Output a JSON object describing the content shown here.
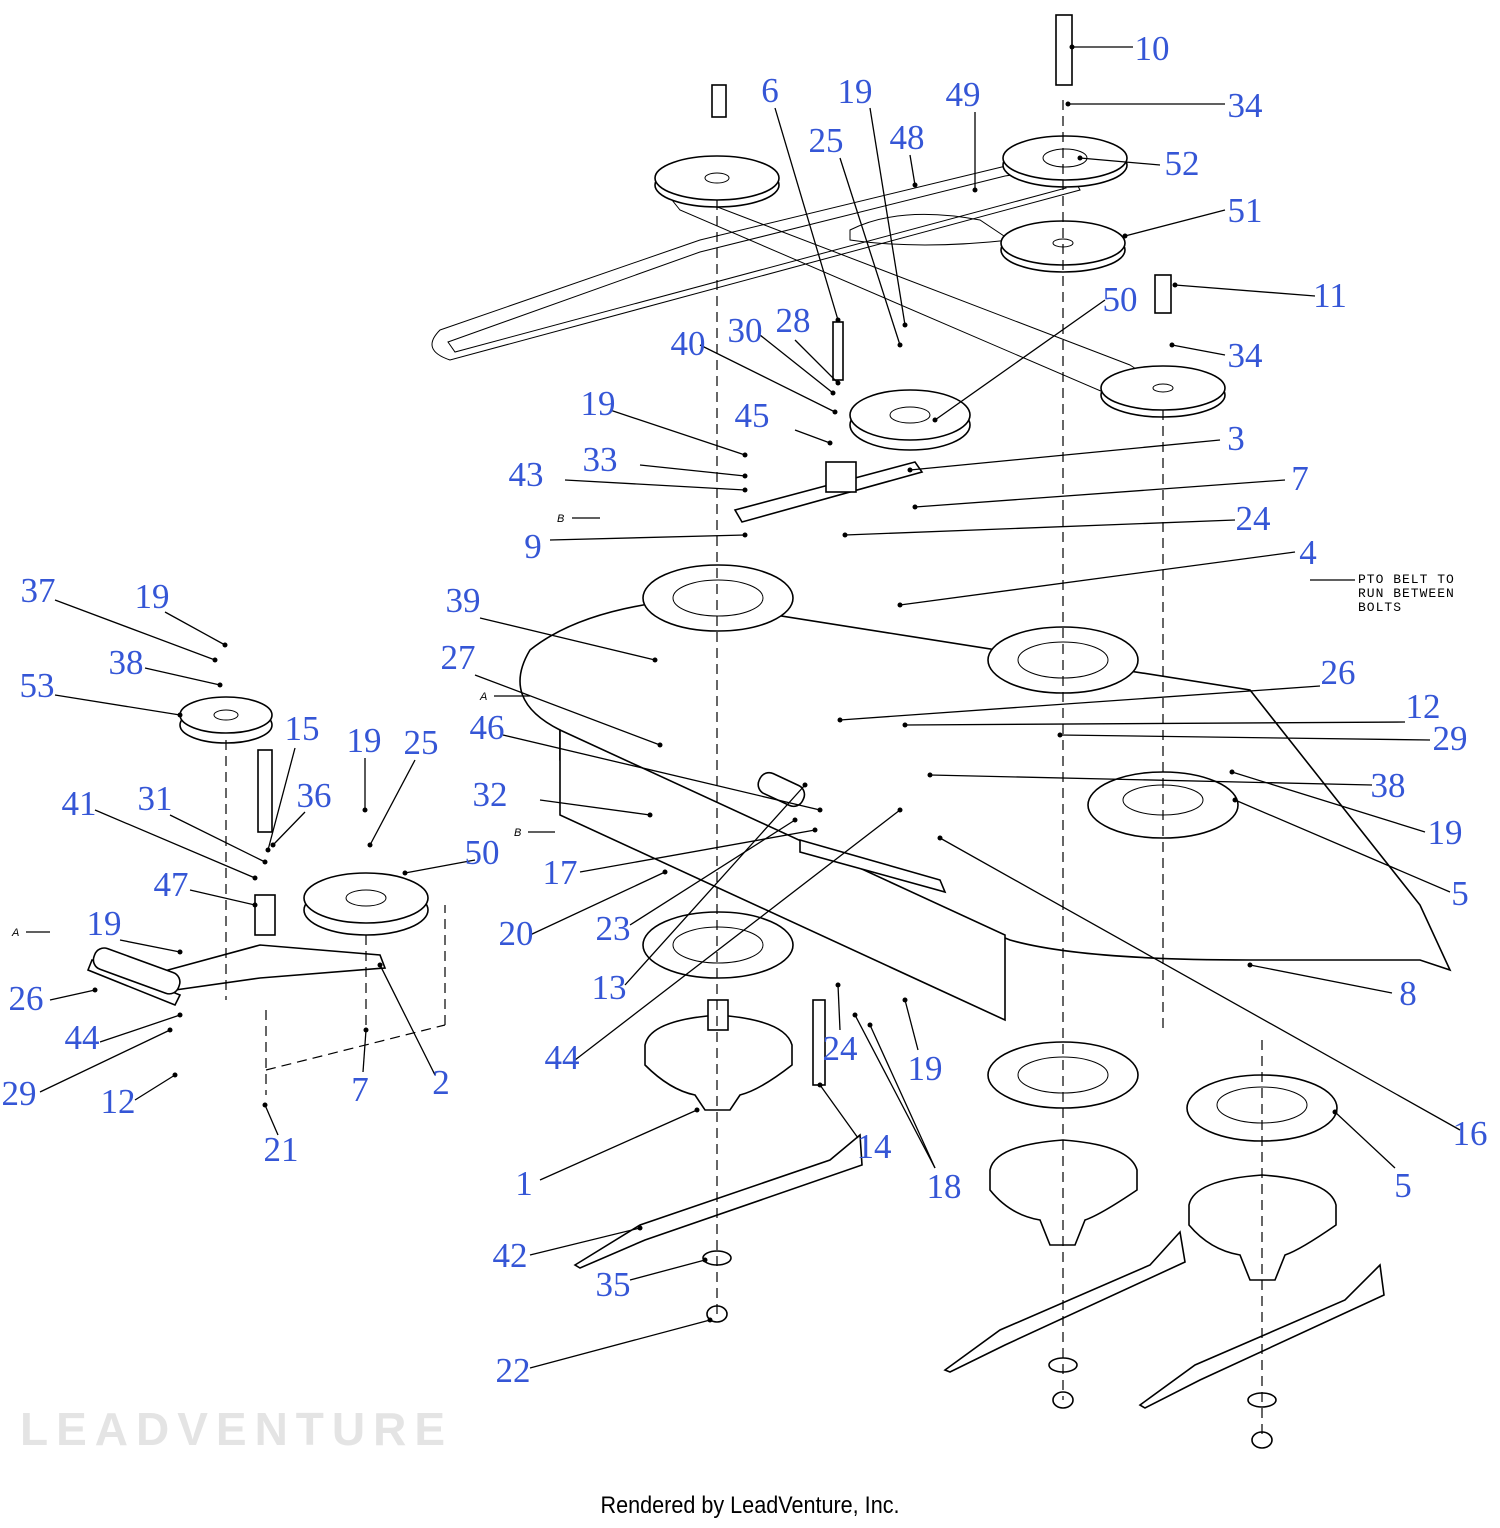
{
  "diagram": {
    "callouts": [
      "10",
      "34",
      "6",
      "19",
      "49",
      "25",
      "48",
      "52",
      "51",
      "11",
      "50",
      "34",
      "40",
      "30",
      "28",
      "19",
      "45",
      "3",
      "33",
      "43",
      "7",
      "24",
      "9",
      "4",
      "37",
      "19",
      "39",
      "27",
      "38",
      "53",
      "26",
      "15",
      "46",
      "12",
      "29",
      "19",
      "25",
      "36",
      "41",
      "31",
      "32",
      "38",
      "17",
      "47",
      "19",
      "50",
      "20",
      "23",
      "5",
      "19",
      "13",
      "8",
      "26",
      "44",
      "2",
      "44",
      "24",
      "19",
      "29",
      "12",
      "7",
      "21",
      "16",
      "14",
      "1",
      "18",
      "5",
      "42",
      "35",
      "22"
    ],
    "note_lines": [
      "PTO BELT TO",
      "RUN BETWEEN",
      "BOLTS"
    ],
    "reference_marks": {
      "a": "A",
      "b": "B"
    },
    "watermark": "LEADVENTURE",
    "label_color": "#3556d6"
  },
  "footer": "Rendered by LeadVenture, Inc."
}
